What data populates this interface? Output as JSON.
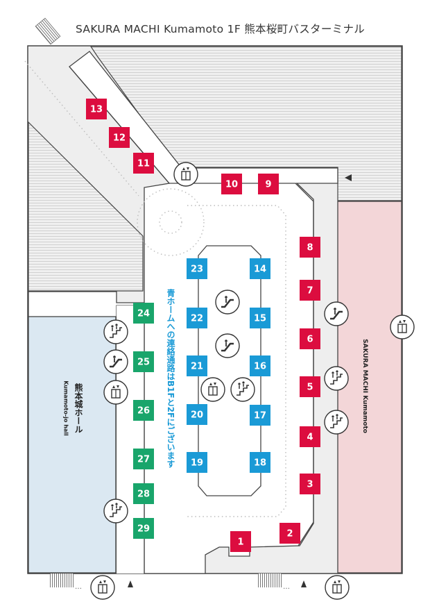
{
  "title": "SAKURA MACHI Kumamoto 1F 熊本桜町バスターミナル",
  "colors": {
    "red": "#dc0d3f",
    "blue": "#1a9ad6",
    "green": "#19a56b",
    "hall": "#dbe8f2",
    "mall": "#f3d6d8",
    "floor": "#eeeeee",
    "building": "#eaeaea",
    "wall": "#444444"
  },
  "stops_red": [
    "1",
    "2",
    "3",
    "4",
    "5",
    "6",
    "7",
    "8",
    "9",
    "10",
    "11",
    "12",
    "13"
  ],
  "stops_blue": [
    "14",
    "15",
    "16",
    "17",
    "18",
    "19",
    "20",
    "21",
    "22",
    "23"
  ],
  "stops_green": [
    "24",
    "25",
    "26",
    "27",
    "28",
    "29"
  ],
  "labels": {
    "blue_platform_note": "青ホームへの連絡通路はB1Fと2Fにございます",
    "mall": "SAKURA MACHI Kumamoto",
    "hall_jp": "熊本城ホール",
    "hall_en": "Kumamoto-jo hall"
  },
  "icons": {
    "elevator": "elevator-icon",
    "escalator_up": "escalator-up-icon",
    "escalator_down": "escalator-down-icon",
    "stairs": "stairs-icon",
    "arrow": "direction-arrow-icon"
  }
}
